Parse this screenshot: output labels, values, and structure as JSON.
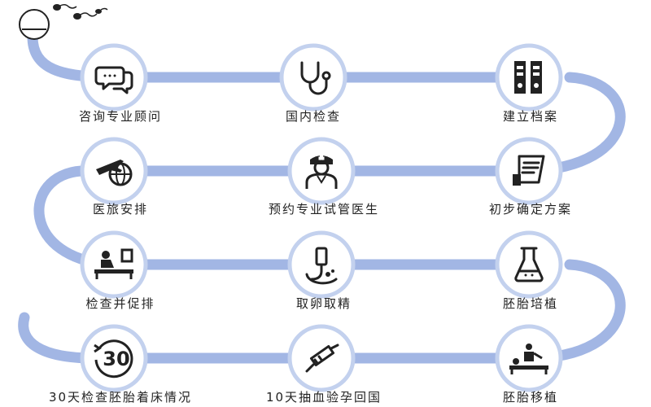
{
  "steps": [
    {
      "label": "咨询专业顾问",
      "icon": "chat-bubbles-icon"
    },
    {
      "label": "国内检查",
      "icon": "stethoscope-icon"
    },
    {
      "label": "建立档案",
      "icon": "binders-icon"
    },
    {
      "label": "初步确定方案",
      "icon": "document-hand-icon"
    },
    {
      "label": "预约专业试管医生",
      "icon": "doctor-icon"
    },
    {
      "label": "医旅安排",
      "icon": "airplane-globe-icon"
    },
    {
      "label": "检查并促排",
      "icon": "patient-bed-icon"
    },
    {
      "label": "取卵取精",
      "icon": "iv-drip-icon"
    },
    {
      "label": "胚胎培植",
      "icon": "flask-icon"
    },
    {
      "label": "胚胎移植",
      "icon": "transfer-bed-icon"
    },
    {
      "label": "10天抽血验孕回国",
      "icon": "syringe-icon"
    },
    {
      "label": "30天检查胚胎着床情况",
      "icon": "thirty-days-icon"
    }
  ],
  "thirty_text": "30",
  "colors": {
    "path": "#a2b6e4",
    "ring": "#c3d1ee",
    "icon": "#222222",
    "text": "#222222"
  }
}
